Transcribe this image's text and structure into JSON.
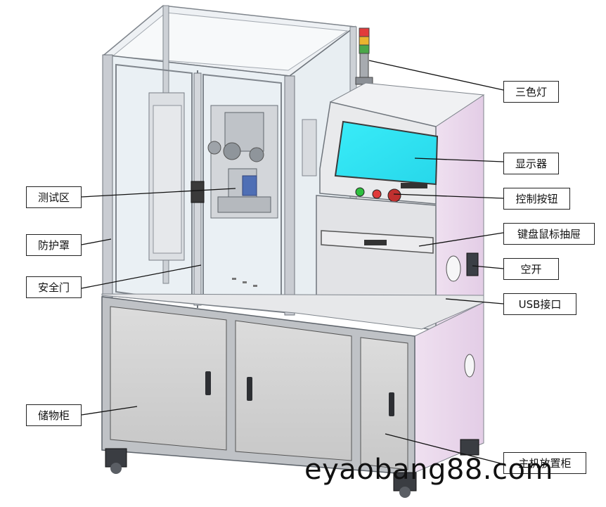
{
  "labels": {
    "signal_light": "三色灯",
    "display": "显示器",
    "control_button": "控制按钮",
    "keyboard_drawer": "键盘鼠标抽屉",
    "air_switch": "空开",
    "usb_port": "USB接口",
    "host_cabinet": "主机放置柜",
    "test_area": "测试区",
    "guard_cover": "防护罩",
    "safety_door": "安全门",
    "storage_cabinet": "储物柜"
  },
  "watermark": "eyaobang88.com",
  "colors": {
    "frame": "#c9ccd2",
    "frame_dark": "#8d9299",
    "screen": "#35e4f3",
    "side_panel": "#ead7ec",
    "cabinet": "#d6d6d6",
    "glass": "#eef3f6"
  }
}
